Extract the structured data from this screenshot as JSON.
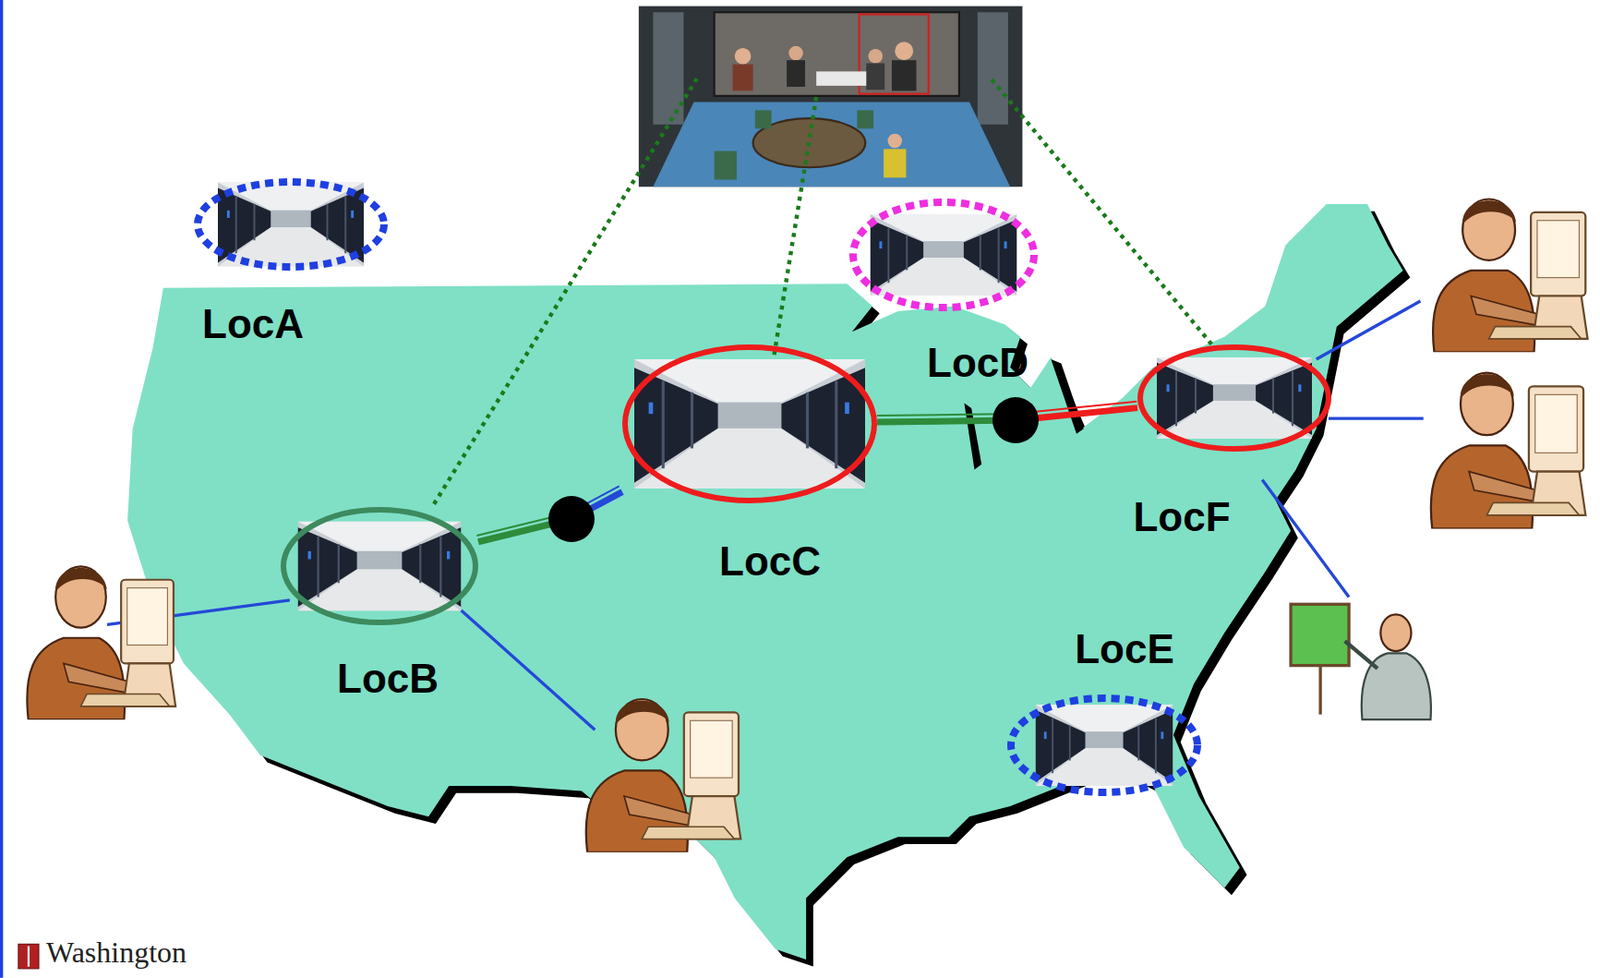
{
  "diagram": {
    "nodes": [
      {
        "text": [
          "LocA"
        ]
      },
      {
        "text": [
          "LocB"
        ]
      },
      {
        "text": [
          "LocC"
        ]
      },
      {
        "text": [
          "LocD"
        ]
      },
      {
        "text": [
          "LocE"
        ]
      },
      {
        "text": [
          "LocF"
        ]
      }
    ],
    "edges": [
      {
        "from": 1,
        "to": 2,
        "arrow": "none"
      },
      {
        "from": 2,
        "to": 5,
        "arrow": "none"
      }
    ],
    "labels": [
      "Washington"
    ]
  }
}
